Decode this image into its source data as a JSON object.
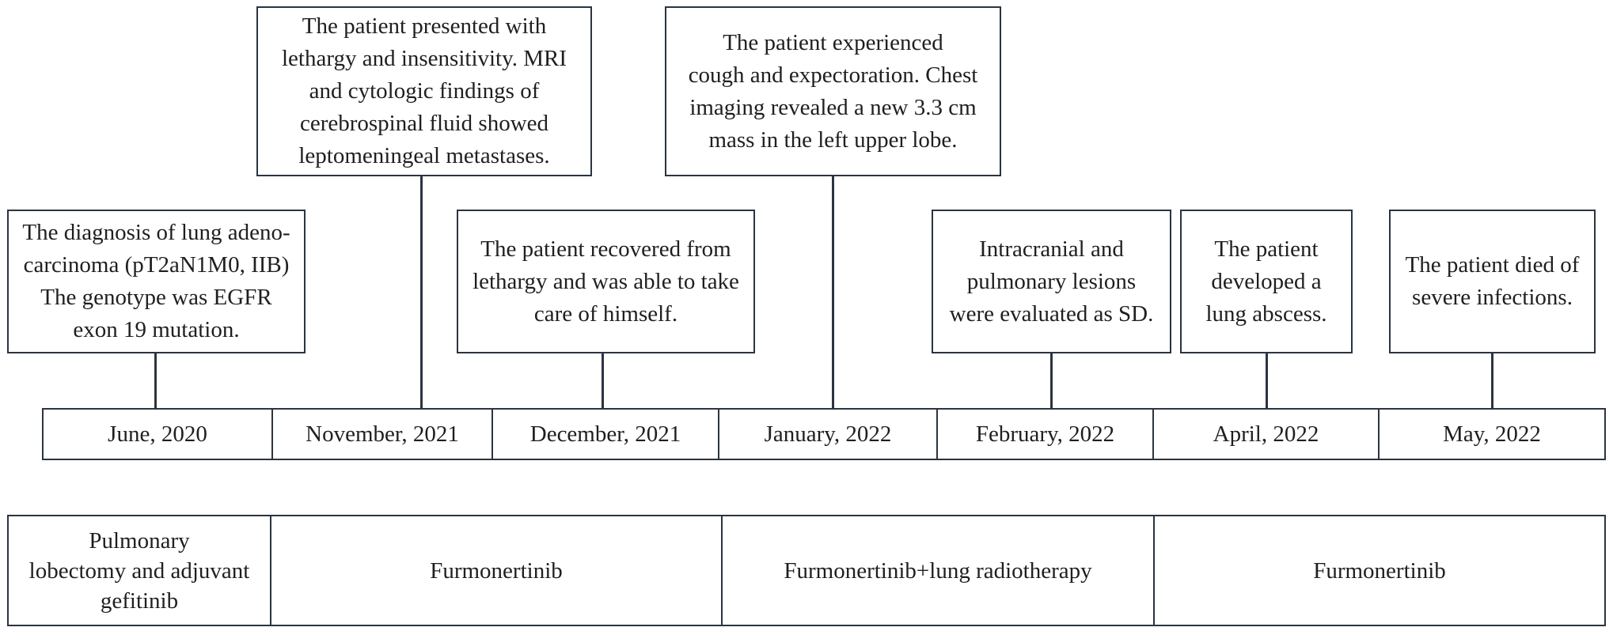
{
  "events": [
    {
      "id": "june-2020",
      "lines": [
        "The diagnosis of lung adeno-",
        "carcinoma (pT2aN1M0, IIB)",
        "The genotype was EGFR",
        "exon 19 mutation."
      ]
    },
    {
      "id": "november-2021",
      "lines": [
        "The patient presented with",
        "lethargy and insensitivity. MRI",
        "and cytologic findings of",
        "cerebrospinal fluid showed",
        "leptomeningeal metastases."
      ]
    },
    {
      "id": "december-2021",
      "lines": [
        "The patient recovered from",
        "lethargy and was able to take",
        "care of himself."
      ]
    },
    {
      "id": "january-2022",
      "lines": [
        "The patient experienced",
        "cough and expectoration. Chest",
        "imaging revealed a new 3.3 cm",
        "mass in the left upper lobe."
      ]
    },
    {
      "id": "february-2022",
      "lines": [
        "Intracranial and",
        "pulmonary lesions",
        "were evaluated as SD."
      ]
    },
    {
      "id": "april-2022",
      "lines": [
        "The patient",
        "developed a",
        "lung abscess."
      ]
    },
    {
      "id": "may-2022",
      "lines": [
        "The patient died of",
        "severe infections."
      ]
    }
  ],
  "dates": [
    "June, 2020",
    "November, 2021",
    "December, 2021",
    "January, 2022",
    "February, 2022",
    "April, 2022",
    "May, 2022"
  ],
  "treatments": [
    {
      "lines": [
        "Pulmonary",
        "lobectomy and adjuvant",
        "gefitinib"
      ]
    },
    {
      "lines": [
        "Furmonertinib"
      ]
    },
    {
      "lines": [
        "Furmonertinib+lung radiotherapy"
      ]
    },
    {
      "lines": [
        "Furmonertinib"
      ]
    }
  ]
}
